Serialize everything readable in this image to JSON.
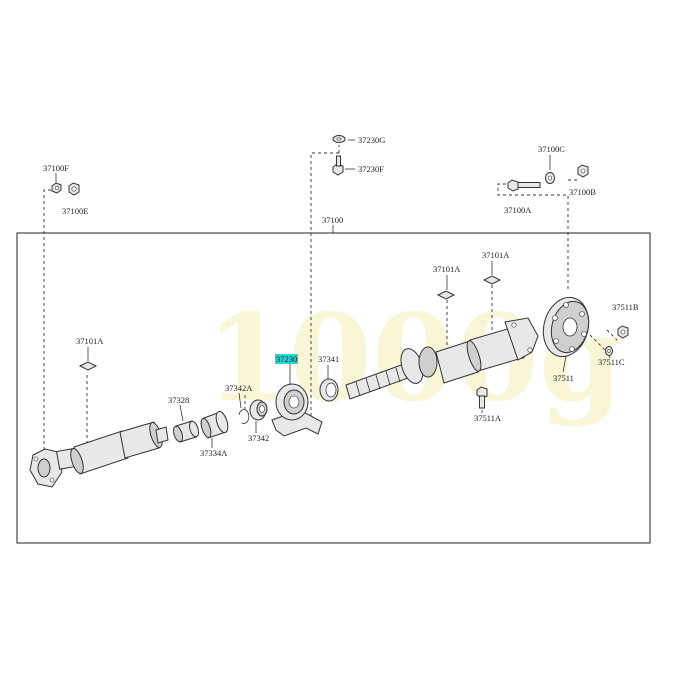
{
  "watermark": "1000g",
  "labels": {
    "l_37230g": "37230G",
    "l_37230f": "37230F",
    "l_37100c": "37100C",
    "l_37100f": "37100F",
    "l_37100e": "37100E",
    "l_37100a": "37100A",
    "l_37100b": "37100B",
    "l_37100": "37100",
    "l_37101a_top1": "37101A",
    "l_37101a_top2": "37101A",
    "l_37511b": "37511B",
    "l_37101a_left": "37101A",
    "l_37230": "37230",
    "l_37341": "37341",
    "l_37511c": "37511C",
    "l_37511": "37511",
    "l_37342a": "37342A",
    "l_37328": "37328",
    "l_37511a": "37511A",
    "l_37342": "37342",
    "l_37334a": "37334A"
  },
  "colors": {
    "highlight": "#29d3d3",
    "watermark": "#f3efb8",
    "line": "#333333"
  }
}
